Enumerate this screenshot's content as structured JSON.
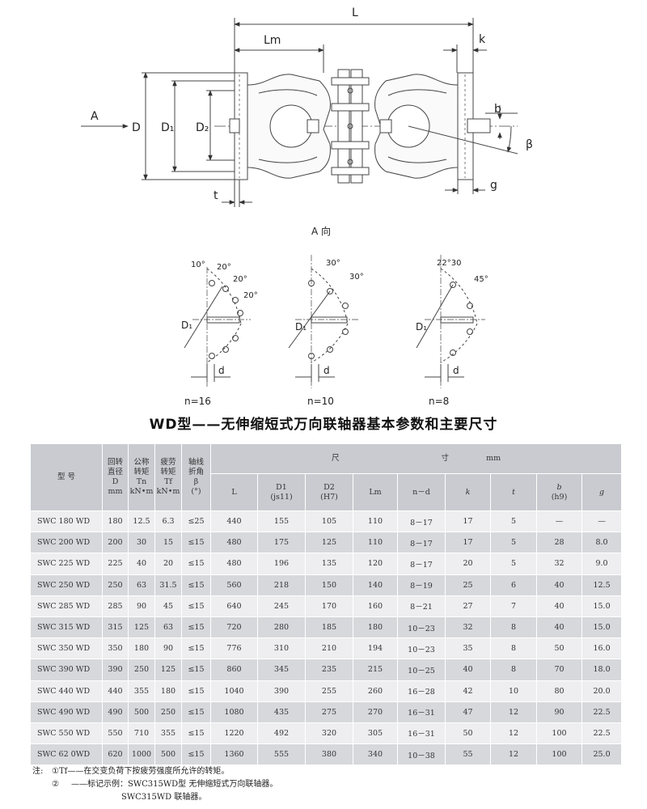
{
  "drawing": {
    "dims": {
      "L": "L",
      "Lm": "Lm",
      "k": "k",
      "A": "A",
      "D": "D",
      "D1": "D₁",
      "D2": "D₂",
      "b": "b",
      "beta": "β",
      "g": "g",
      "t": "t"
    },
    "view_label": "A 向",
    "flanges": [
      {
        "n_label": "n=16",
        "angles": [
          "10°",
          "20°",
          "20°",
          "20°"
        ],
        "d1": "D₁",
        "d": "d"
      },
      {
        "n_label": "n=10",
        "angles": [
          "30°",
          "30°"
        ],
        "d1": "D₁",
        "d": "d"
      },
      {
        "n_label": "n=8",
        "angles": [
          "22°30",
          "45°"
        ],
        "d1": "D₁",
        "d": "d"
      }
    ]
  },
  "title": "WD型——无伸缩短式万向联轴器基本参数和主要尺寸",
  "table": {
    "header": {
      "model": "型  号",
      "rotating_diameter": [
        "回转",
        "直径",
        "D",
        "mm"
      ],
      "nominal_torque": [
        "公称",
        "转矩",
        "Tn",
        "kN•m"
      ],
      "fatigue_torque": [
        "疲劳",
        "转矩",
        "Tf",
        "kN•m"
      ],
      "shaft_angle": [
        "轴线",
        "折角",
        "β",
        "(°)"
      ],
      "dims_group": "尺",
      "dims_group2": "寸",
      "dims_unit": "mm",
      "cols": {
        "L": "L",
        "D1": [
          "D1",
          "(js11)"
        ],
        "D2": [
          "D2",
          "(H7)"
        ],
        "Lm": "Lm",
        "nd": "n－d",
        "k": "k",
        "t": "t",
        "b": [
          "b",
          "(h9)"
        ],
        "g": "g"
      }
    },
    "rows": [
      {
        "model": "SWC 180 WD",
        "D": "180",
        "Tn": "12.5",
        "Tf": "6.3",
        "beta": "≤25",
        "L": "440",
        "D1": "155",
        "D2": "105",
        "Lm": "110",
        "nd": "8－17",
        "k": "17",
        "t": "5",
        "b": "—",
        "g": "—"
      },
      {
        "model": "SWC 200 WD",
        "D": "200",
        "Tn": "30",
        "Tf": "15",
        "beta": "≤15",
        "L": "480",
        "D1": "175",
        "D2": "125",
        "Lm": "110",
        "nd": "8－17",
        "k": "17",
        "t": "5",
        "b": "28",
        "g": "8.0"
      },
      {
        "model": "SWC 225 WD",
        "D": "225",
        "Tn": "40",
        "Tf": "20",
        "beta": "≤15",
        "L": "480",
        "D1": "196",
        "D2": "135",
        "Lm": "120",
        "nd": "8－17",
        "k": "20",
        "t": "5",
        "b": "32",
        "g": "9.0"
      },
      {
        "model": "SWC 250 WD",
        "D": "250",
        "Tn": "63",
        "Tf": "31.5",
        "beta": "≤15",
        "L": "560",
        "D1": "218",
        "D2": "150",
        "Lm": "140",
        "nd": "8－19",
        "k": "25",
        "t": "6",
        "b": "40",
        "g": "12.5"
      },
      {
        "model": "SWC 285 WD",
        "D": "285",
        "Tn": "90",
        "Tf": "45",
        "beta": "≤15",
        "L": "640",
        "D1": "245",
        "D2": "170",
        "Lm": "160",
        "nd": "8－21",
        "k": "27",
        "t": "7",
        "b": "40",
        "g": "15.0"
      },
      {
        "model": "SWC 315 WD",
        "D": "315",
        "Tn": "125",
        "Tf": "63",
        "beta": "≤15",
        "L": "720",
        "D1": "280",
        "D2": "185",
        "Lm": "180",
        "nd": "10－23",
        "k": "32",
        "t": "8",
        "b": "40",
        "g": "15.0"
      },
      {
        "model": "SWC 350 WD",
        "D": "350",
        "Tn": "180",
        "Tf": "90",
        "beta": "≤15",
        "L": "776",
        "D1": "310",
        "D2": "210",
        "Lm": "194",
        "nd": "10－23",
        "k": "35",
        "t": "8",
        "b": "50",
        "g": "16.0"
      },
      {
        "model": "SWC 390 WD",
        "D": "390",
        "Tn": "250",
        "Tf": "125",
        "beta": "≤15",
        "L": "860",
        "D1": "345",
        "D2": "235",
        "Lm": "215",
        "nd": "10－25",
        "k": "40",
        "t": "8",
        "b": "70",
        "g": "18.0"
      },
      {
        "model": "SWC 440 WD",
        "D": "440",
        "Tn": "355",
        "Tf": "180",
        "beta": "≤15",
        "L": "1040",
        "D1": "390",
        "D2": "255",
        "Lm": "260",
        "nd": "16－28",
        "k": "42",
        "t": "10",
        "b": "80",
        "g": "20.0"
      },
      {
        "model": "SWC 490 WD",
        "D": "490",
        "Tn": "500",
        "Tf": "250",
        "beta": "≤15",
        "L": "1080",
        "D1": "435",
        "D2": "275",
        "Lm": "270",
        "nd": "16－31",
        "k": "47",
        "t": "12",
        "b": "90",
        "g": "22.5"
      },
      {
        "model": "SWC 550 WD",
        "D": "550",
        "Tn": "710",
        "Tf": "355",
        "beta": "≤15",
        "L": "1220",
        "D1": "492",
        "D2": "320",
        "Lm": "305",
        "nd": "16－31",
        "k": "50",
        "t": "12",
        "b": "100",
        "g": "22.5"
      },
      {
        "model": "SWC 62 0WD",
        "D": "620",
        "Tn": "1000",
        "Tf": "500",
        "beta": "≤15",
        "L": "1360",
        "D1": "555",
        "D2": "380",
        "Lm": "340",
        "nd": "10－38",
        "k": "55",
        "t": "12",
        "b": "100",
        "g": "25.0"
      }
    ]
  },
  "notes": {
    "label": "注:",
    "n1_mark": "①",
    "n1_text": "Tf——在交变负荷下按疲劳强度所允许的转矩。",
    "n2_mark": "②",
    "n2_text": "——标记示例：SWC315WD型   无伸缩短式万向联轴器。",
    "n2_sub": "SWC315WD      联轴器。"
  }
}
